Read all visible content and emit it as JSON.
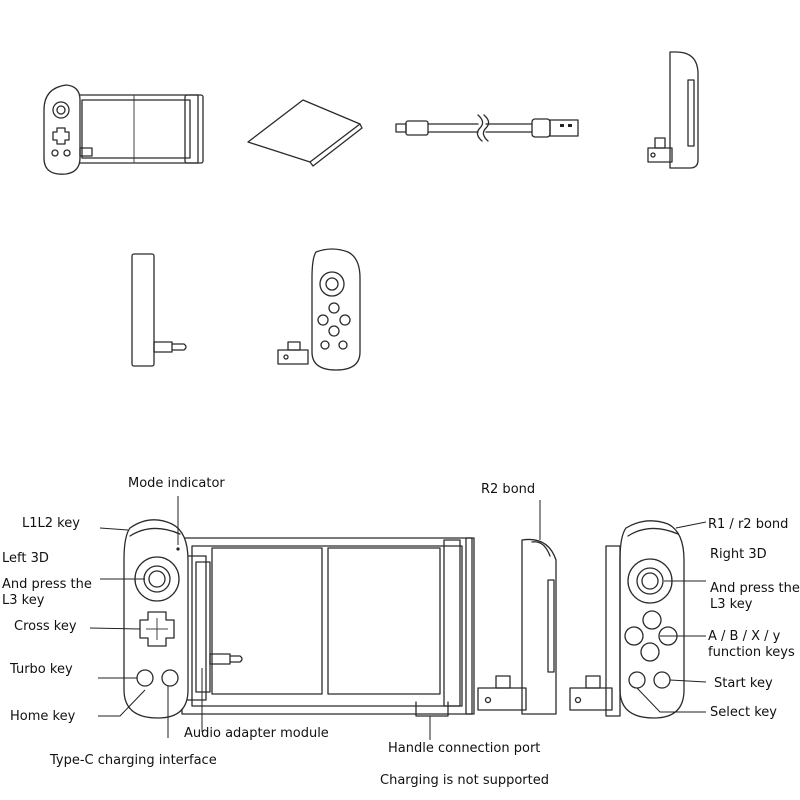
{
  "labels": {
    "mode_indicator": "Mode indicator",
    "l1l2_key": "L1L2 key",
    "left_3d": "Left 3D",
    "and_press_left": "And press the\nL3 key",
    "cross_key": "Cross key",
    "turbo_key": "Turbo key",
    "home_key": "Home key",
    "type_c_interface": "Type-C charging interface",
    "audio_adapter_module": "Audio adapter module",
    "r2_bond": "R2 bond",
    "handle_connection_port": "Handle connection port",
    "charging_not_supported": "Charging is not supported",
    "r1_r2_bond": "R1 / r2 bond",
    "right_3d": "Right 3D",
    "and_press_right": "And press the\nL3 key",
    "abxy_keys": "A / B / X / y\nfunction keys",
    "start_key": "Start key",
    "select_key": "Select key"
  },
  "package_items": [
    {
      "icon": "controller-assembled-icon"
    },
    {
      "icon": "manual-booklet-icon"
    },
    {
      "icon": "usb-cable-icon"
    },
    {
      "icon": "connector-handle-icon"
    },
    {
      "icon": "audio-adapter-icon"
    },
    {
      "icon": "right-controller-icon"
    }
  ],
  "colors": {
    "line": "#2b2b2b",
    "background": "#ffffff"
  }
}
